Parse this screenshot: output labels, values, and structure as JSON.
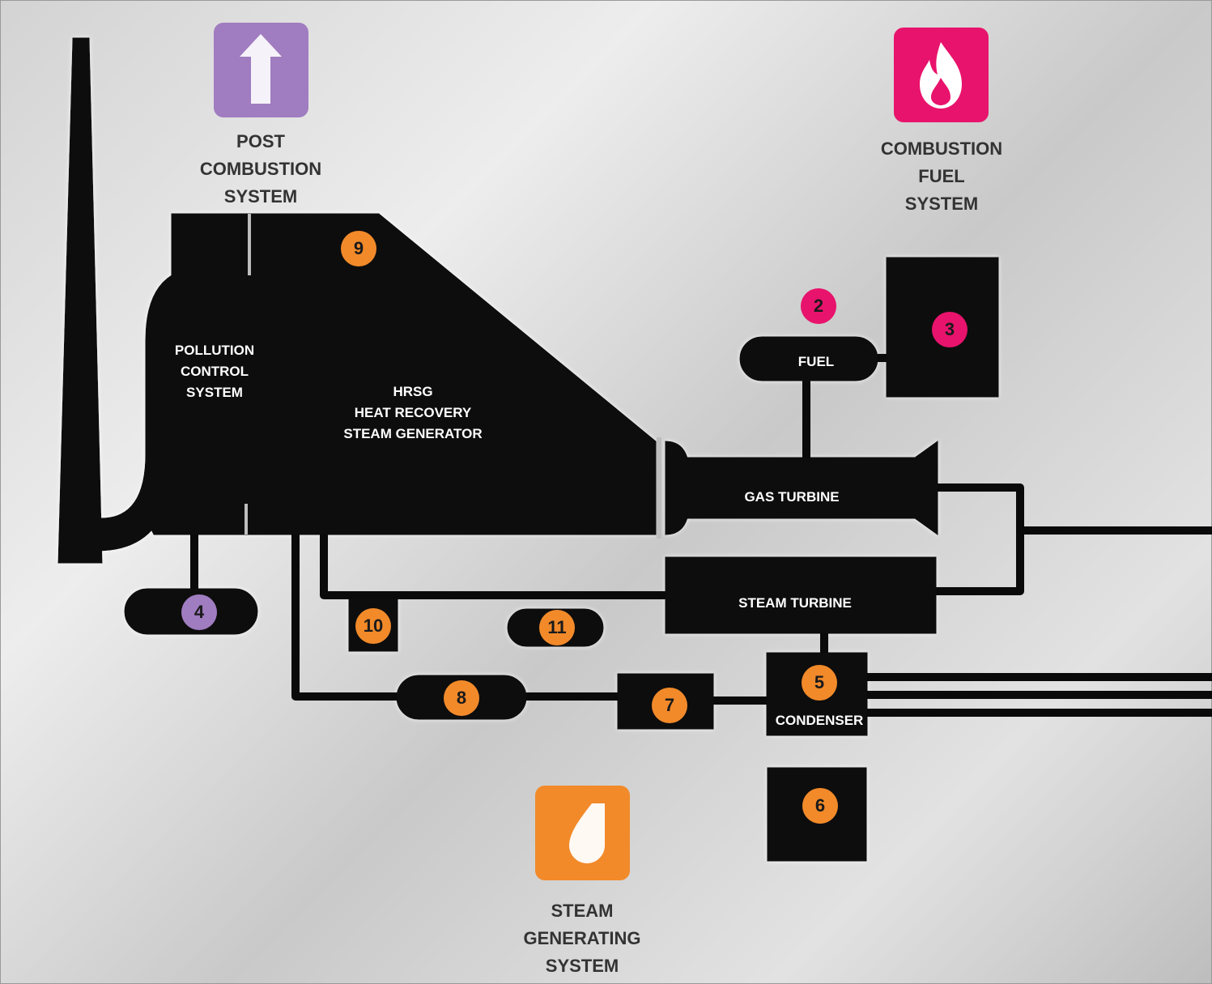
{
  "colors": {
    "equipment": "#0a0a0a",
    "steam": "#f28a2a",
    "combustion": "#e8136c",
    "post_combustion": "#a07cc0",
    "label_text": "#ffffff",
    "caption_text": "#333333"
  },
  "systems": {
    "post_combustion": {
      "caption": "POST\nCOMBUSTION\nSYSTEM",
      "icon": "up-arrow-icon"
    },
    "combustion_fuel": {
      "caption": "COMBUSTION\nFUEL\nSYSTEM",
      "icon": "flame-icon"
    },
    "steam_generating": {
      "caption": "STEAM\nGENERATING\nSYSTEM",
      "icon": "water-drop-icon"
    }
  },
  "equipment_labels": {
    "pollution_control": "POLLUTION\nCONTROL\nSYSTEM",
    "hrsg": "HRSG\nHEAT RECOVERY\nSTEAM GENERATOR",
    "fuel": "FUEL",
    "gas_turbine": "GAS TURBINE",
    "steam_turbine": "STEAM TURBINE",
    "condenser": "CONDENSER"
  },
  "badges": {
    "b2": "2",
    "b3": "3",
    "b4": "4",
    "b5": "5",
    "b6": "6",
    "b7": "7",
    "b8": "8",
    "b9": "9",
    "b10": "10",
    "b11": "11"
  }
}
